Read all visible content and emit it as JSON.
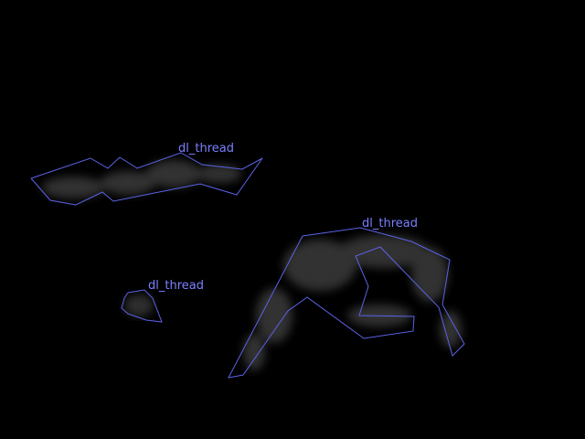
{
  "canvas": {
    "background": "#000000"
  },
  "style": {
    "outline_color": "#5c62e6",
    "label_color": "#7a80ff",
    "blob_color": "#3a3a3a"
  },
  "annotations": [
    {
      "label": "dl_thread"
    },
    {
      "label": "dl_thread"
    },
    {
      "label": "dl_thread"
    }
  ]
}
